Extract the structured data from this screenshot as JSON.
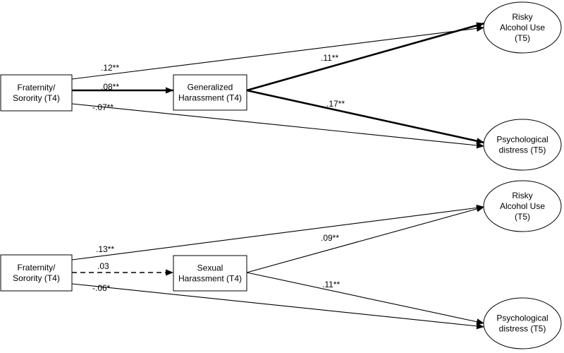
{
  "panels": [
    {
      "source": {
        "lines": [
          "Fraternity/",
          "Sorority (T4)"
        ]
      },
      "mediator": {
        "lines": [
          "Generalized",
          "Harassment (T4)"
        ]
      },
      "outcome_alcohol": {
        "lines": [
          "Risky",
          "Alcohol Use",
          "(T5)"
        ]
      },
      "outcome_distress": {
        "lines": [
          "Psychological",
          "distress (T5)"
        ]
      },
      "paths": {
        "source_to_alcohol": {
          "label": ".12**",
          "style": "thin"
        },
        "source_to_mediator": {
          "label": ".08**",
          "style": "bold"
        },
        "source_to_distress": {
          "label": "-.07**",
          "style": "thin"
        },
        "mediator_to_alcohol": {
          "label": ".11**",
          "style": "bold"
        },
        "mediator_to_distress": {
          "label": ".17**",
          "style": "bold"
        }
      }
    },
    {
      "source": {
        "lines": [
          "Fraternity/",
          "Sorority (T4)"
        ]
      },
      "mediator": {
        "lines": [
          "Sexual",
          "Harassment (T4)"
        ]
      },
      "outcome_alcohol": {
        "lines": [
          "Risky",
          "Alcohol Use",
          "(T5)"
        ]
      },
      "outcome_distress": {
        "lines": [
          "Psychological",
          "distress (T5)"
        ]
      },
      "paths": {
        "source_to_alcohol": {
          "label": ".13**",
          "style": "thin"
        },
        "source_to_mediator": {
          "label": ".03",
          "style": "dashed"
        },
        "source_to_distress": {
          "label": "-.06*",
          "style": "thin"
        },
        "mediator_to_alcohol": {
          "label": ".09**",
          "style": "thin"
        },
        "mediator_to_distress": {
          "label": ".11**",
          "style": "thin"
        }
      }
    }
  ],
  "colors": {
    "line": "#000000",
    "fill": "#ffffff",
    "text": "#000000"
  }
}
